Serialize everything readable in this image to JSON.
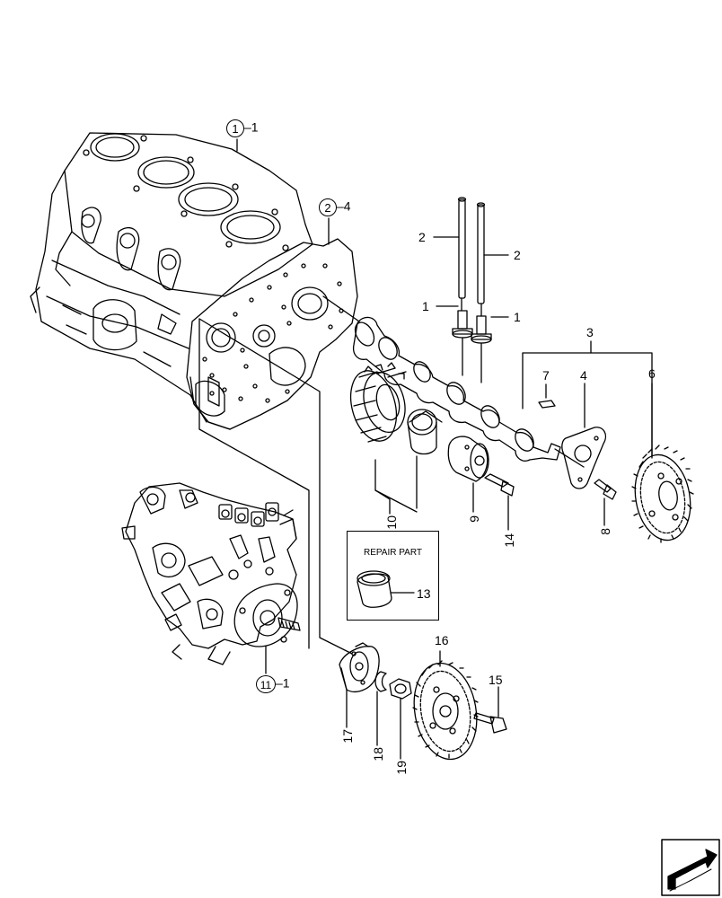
{
  "callouts": {
    "block_ref": "1",
    "block_suffix": "–1",
    "plate_ref": "2",
    "plate_suffix": "–4",
    "pump_ref": "11",
    "pump_suffix": "–1",
    "push_rod_left": "2",
    "push_rod_right": "2",
    "tappet_left": "1",
    "tappet_right": "1",
    "camshaft_assembly": "3",
    "key": "7",
    "thrust_plate": "4",
    "cam_gear": "6",
    "bolt_8": "8",
    "idler_set": "10",
    "idler_shaft": "9",
    "bolt_14": "14",
    "bushing": "13",
    "gear_16": "16",
    "bolt_15": "15",
    "hub_17": "17",
    "ring_18": "18",
    "nut_19": "19"
  },
  "repair_box": {
    "title": "REPAIR PART"
  }
}
